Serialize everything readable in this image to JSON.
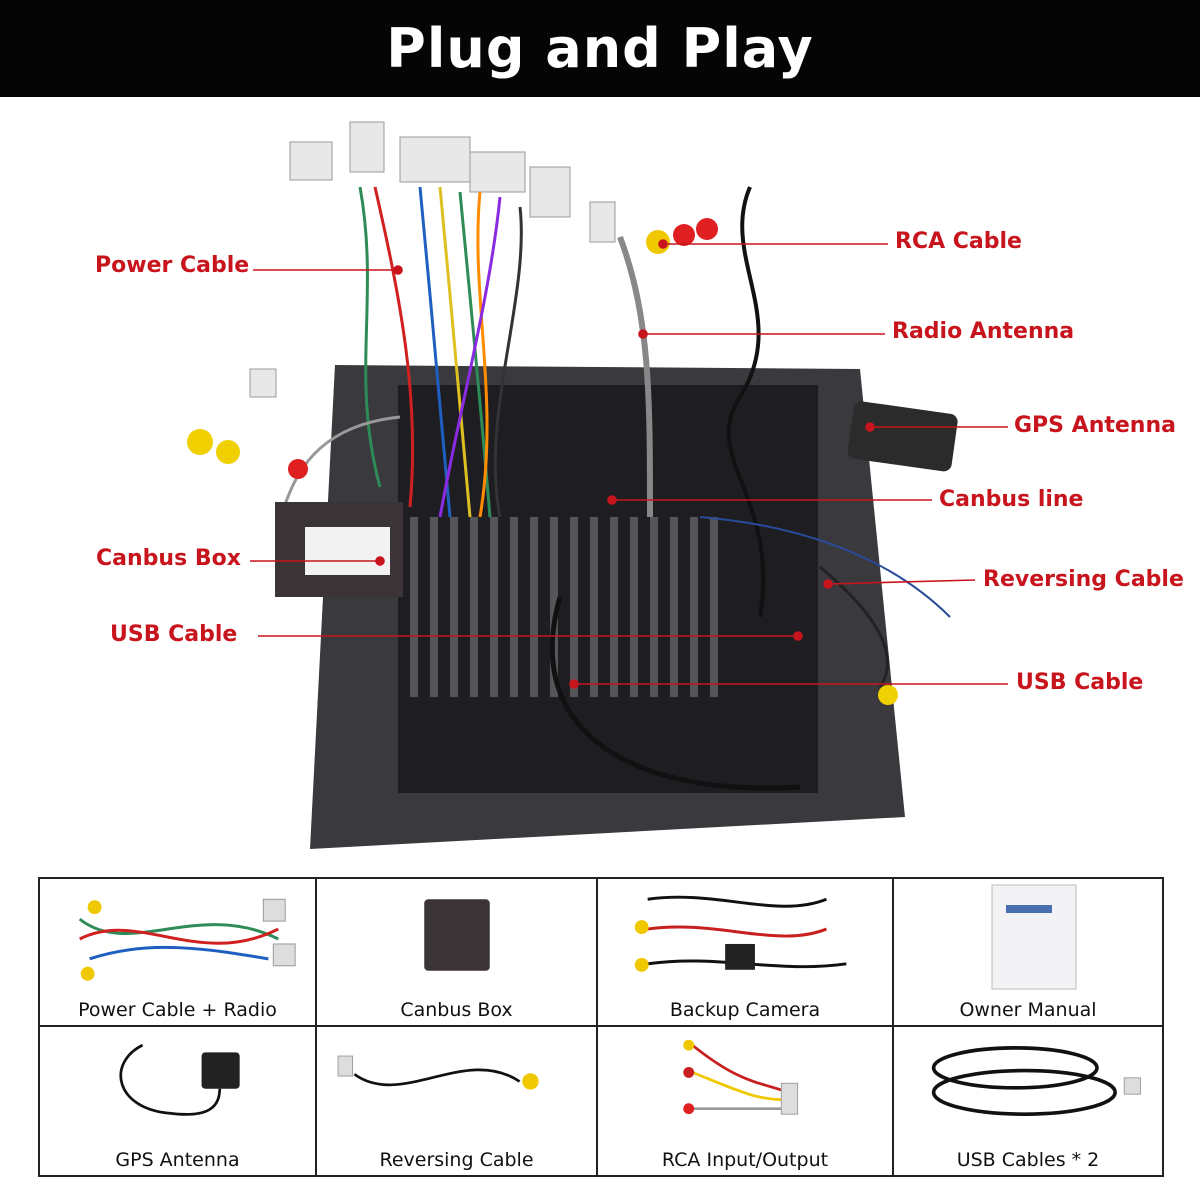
{
  "header": {
    "title": "Plug and Play"
  },
  "callouts": {
    "power_cable": "Power Cable",
    "rca_cable": "RCA Cable",
    "radio_antenna": "Radio Antenna",
    "gps_antenna": "GPS Antenna",
    "canbus_line": "Canbus line",
    "canbus_box": "Canbus Box",
    "reversing_cable": "Reversing Cable",
    "usb_cable_left": "USB Cable",
    "usb_cable_right": "USB Cable"
  },
  "items": [
    {
      "label": "Power Cable + Radio",
      "icon": "power-cable-icon"
    },
    {
      "label": "Canbus Box",
      "icon": "canbus-box-icon"
    },
    {
      "label": "Backup Camera",
      "icon": "backup-camera-icon"
    },
    {
      "label": "Owner Manual",
      "icon": "owner-manual-icon"
    },
    {
      "label": "GPS Antenna",
      "icon": "gps-antenna-icon"
    },
    {
      "label": "Reversing Cable",
      "icon": "reversing-cable-icon"
    },
    {
      "label": "RCA Input/Output",
      "icon": "rca-cable-icon"
    },
    {
      "label": "USB Cables * 2",
      "icon": "usb-cables-icon"
    }
  ],
  "colors": {
    "header_bg": "#050505",
    "callout": "#c8141c",
    "unit": "#2a2a2e"
  }
}
